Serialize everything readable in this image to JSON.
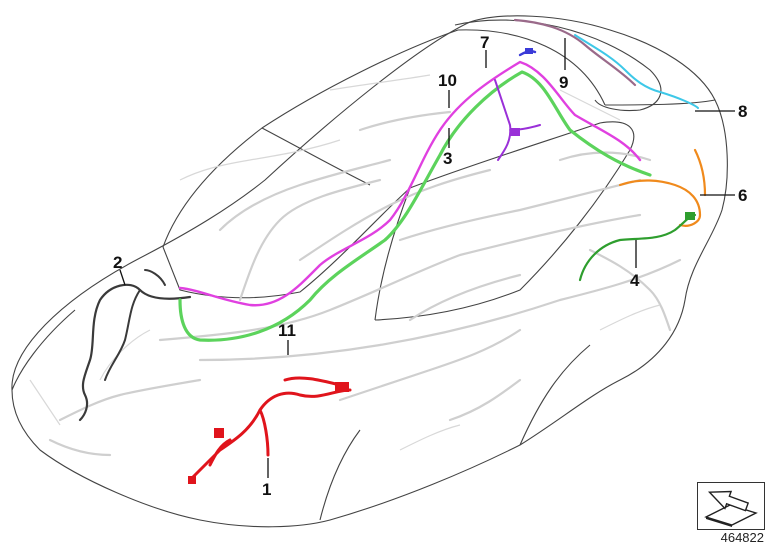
{
  "callouts": [
    {
      "id": "1",
      "label": "1"
    },
    {
      "id": "2",
      "label": "2"
    },
    {
      "id": "3",
      "label": "3"
    },
    {
      "id": "4",
      "label": "4"
    },
    {
      "id": "6",
      "label": "6"
    },
    {
      "id": "7",
      "label": "7"
    },
    {
      "id": "8",
      "label": "8"
    },
    {
      "id": "9",
      "label": "9"
    },
    {
      "id": "10",
      "label": "10"
    },
    {
      "id": "11",
      "label": "11"
    }
  ],
  "harness_colors": {
    "1": "#e0141c",
    "2": "#3a3a3a",
    "3": "#5cd35c",
    "4": "#2e9e2e",
    "6": "#f08a1c",
    "7": "#3a3ad8",
    "8": "#3ec8e8",
    "9": "#9a6a8a",
    "10": "#e040e0",
    "11": "#9a30d8"
  },
  "reference_icon": "arrow-view-icon",
  "reference_number": "464822"
}
